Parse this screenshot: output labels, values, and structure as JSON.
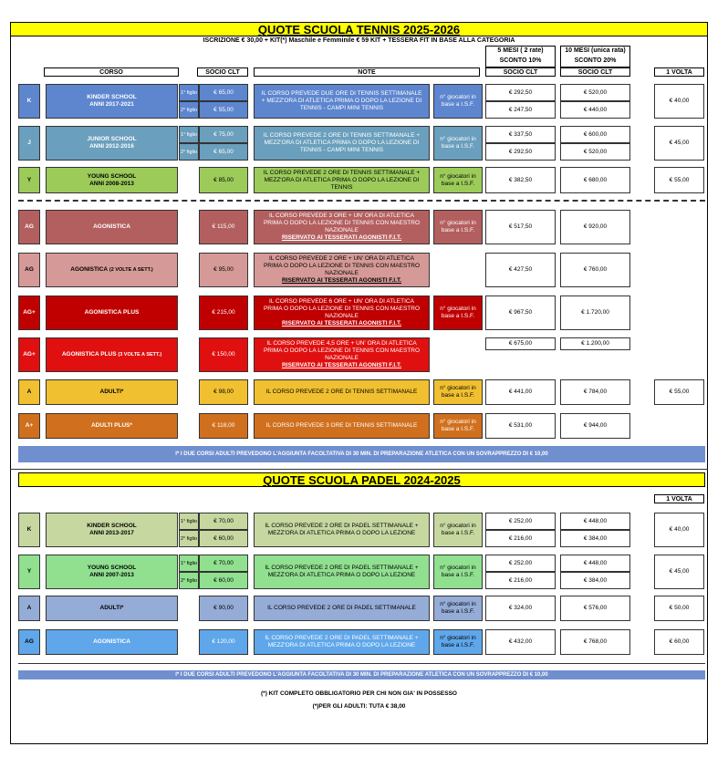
{
  "tennis": {
    "title": "QUOTE SCUOLA TENNIS 2025-2026",
    "subtitle": "ISCRIZIONE € 30,00 + KIT(*) Maschile e Femminile € 59 KIT + TESSERA FIT IN BASE ALLA CATEGORIA",
    "hdr_5m": "5 MESI ( 2 rate)",
    "hdr_5m_sc": "SCONTO 10%",
    "hdr_10m": "10 MESI (unica rata)",
    "hdr_10m_sc": "SCONTO 20%",
    "col_corso": "CORSO",
    "col_socio": "SOCIO CLT",
    "col_note": "NOTE",
    "col_socio2": "SOCIO CLT",
    "col_socio3": "SOCIO CLT",
    "col_volta": "1 VOLTA",
    "figlio1": "1° figlio",
    "figlio2": "2° figlio",
    "giocatori": "n° giocatori in base a I.S.F.",
    "rows": {
      "k": {
        "code": "K",
        "name": "KINDER SCHOOL",
        "years": "ANNI 2017-2021",
        "p1": "€ 65,00",
        "p2": "€ 55,00",
        "note": "IL CORSO PREVEDE DUE ORE DI TENNIS SETTIMANALE + MEZZ'ORA DI ATLETICA PRIMA O DOPO LA LEZIONE DI TENNIS - CAMPI MINI TENNIS",
        "m5a": "€ 292,50",
        "m5b": "€ 247,50",
        "m10a": "€ 520,00",
        "m10b": "€ 440,00",
        "volta": "€ 40,00"
      },
      "j": {
        "code": "J",
        "name": "JUNIOR SCHOOL",
        "years": "ANNI 2012-2016",
        "p1": "€ 75,00",
        "p2": "€ 65,00",
        "note": "IL CORSO PREVEDE 2 ORE DI TENNIS SETTIMANALE + MEZZ'ORA DI ATLETICA PRIMA O DOPO LA LEZIONE DI TENNIS - CAMPI MINI TENNIS",
        "m5a": "€ 337,50",
        "m5b": "€ 292,50",
        "m10a": "€ 600,00",
        "m10b": "€ 520,00",
        "volta": "€ 45,00"
      },
      "y": {
        "code": "Y",
        "name": "YOUNG SCHOOL",
        "years": "ANNI  2008-2013",
        "p1": "€ 85,00",
        "note": "IL CORSO PREVEDE 2 ORE DI TENNIS SETTIMANALE + MEZZ'ORA DI ATLETICA PRIMA O DOPO LA LEZIONE DI TENNIS",
        "m5": "€ 382,50",
        "m10": "€ 680,00",
        "volta": "€ 55,00"
      },
      "ag": {
        "code": "AG",
        "name": "AGONISTICA",
        "p1": "€ 115,00",
        "note": "IL CORSO PREVEDE 3 ORE + UN' ORA DI ATLETICA PRIMA O DOPO LA LEZIONE DI TENNIS CON MAESTRO NAZIONALE",
        "note_u": "RISERVATO AI TESSERATI AGONISTI F.I.T.",
        "m5": "€ 517,50",
        "m10": "€ 920,00"
      },
      "ag2": {
        "code": "AG",
        "name": "AGONISTICA",
        "name_small": "(2 VOLTE A SETT.)",
        "p1": "€ 95,00",
        "note": "IL CORSO PREVEDE 2 ORE + UN' ORA DI ATLETICA PRIMA O DOPO LA LEZIONE DI TENNIS CON MAESTRO NAZIONALE",
        "note_u": "RISERVATO AI TESSERATI AGONISTI F.I.T.",
        "m5": "€ 427,50",
        "m10": "€ 760,00"
      },
      "agp": {
        "code": "AG+",
        "name": "AGONISTICA PLUS",
        "p1": "€ 215,00",
        "note": "IL CORSO PREVEDE 6 ORE + UN' ORA DI ATLETICA PRIMA O DOPO LA LEZIONE DI TENNIS CON MAESTRO NAZIONALE",
        "note_u": "RISERVATO AI TESSERATI AGONISTI F.I.T.",
        "m5": "€ 967,50",
        "m10": "€ 1.720,00"
      },
      "agp3": {
        "code": "AG+",
        "name": "AGONISTICA PLUS",
        "name_small": "(3 VOLTE A SETT.)",
        "p1": "€ 150,00",
        "note": "IL CORSO PREVEDE 4,5 ORE + UN' ORA DI ATLETICA PRIMA O DOPO LA LEZIONE DI TENNIS CON MAESTRO NAZIONALE",
        "note_u": "RISERVATO AI TESSERATI AGONISTI F.I.T.",
        "m5": "€ 675,00",
        "m10": "€ 1.200,00"
      },
      "a": {
        "code": "A",
        "name": "ADULTI*",
        "p1": "€ 98,00",
        "note": "IL CORSO PREVEDE 2 ORE DI TENNIS SETTIMANALE",
        "m5": "€ 441,00",
        "m10": "€ 784,00",
        "volta": "€ 55,00"
      },
      "ap": {
        "code": "A+",
        "name": "ADULTI PLUS*",
        "p1": "€ 118,00",
        "note": "IL CORSO PREVEDE 3 ORE DI TENNIS SETTIMANALE",
        "m5": "€ 531,00",
        "m10": "€ 944,00"
      }
    },
    "footnote": "I* I DUE CORSI ADULTI PREVEDONO L'AGGIUNTA FACOLTATIVA DI 30 MIN. DI PREPARAZIONE ATLETICA CON UN SOVRAPPREZZO DI € 10,00"
  },
  "padel": {
    "title": "QUOTE SCUOLA PADEL 2024-2025",
    "col_volta": "1 VOLTA",
    "rows": {
      "k": {
        "code": "K",
        "name": "KINDER SCHOOL",
        "years": "ANNI 2013-2017",
        "p1": "€ 70,00",
        "p2": "€ 60,00",
        "note": "IL CORSO PREVEDE 2 ORE DI PADEL SETTIMANALE + MEZZ'ORA DI ATLETICA PRIMA O DOPO LA LEZIONE",
        "m5a": "€ 252,00",
        "m5b": "€ 216,00",
        "m10a": "€ 448,00",
        "m10b": "€ 384,00",
        "volta": "€ 40,00"
      },
      "y": {
        "code": "Y",
        "name": "YOUNG SCHOOL",
        "years": "ANNI 2007-2013",
        "p1": "€ 70,00",
        "p2": "€ 60,00",
        "note": "IL CORSO PREVEDE 2 ORE DI PADEL SETTIMANALE + MEZZ'ORA DI ATLETICA PRIMA O DOPO LA LEZIONE",
        "m5a": "€ 252,00",
        "m5b": "€ 216,00",
        "m10a": "€ 448,00",
        "m10b": "€ 384,00",
        "volta": "€ 45,00"
      },
      "a": {
        "code": "A",
        "name": "ADULTI*",
        "p1": "€ 90,00",
        "note": "IL CORSO PREVEDE 2 ORE DI PADEL SETTIMANALE",
        "m5": "€ 324,00",
        "m10": "€ 576,00",
        "volta": "€ 50,00"
      },
      "ag": {
        "code": "AG",
        "name": "AGONISTICA",
        "p1": "€ 120,00",
        "note": "IL CORSO PREVEDE 2 ORE DI PADEL SETTIMANALE + MEZZ'ORA DI ATLETICA PRIMA O DOPO LA LEZIONE",
        "m5": "€ 432,00",
        "m10": "€ 768,00",
        "volta": "€ 60,00"
      }
    },
    "footnote": "I* I DUE CORSI ADULTI PREVEDONO L'AGGIUNTA FACOLTATIVA DI 30 MIN. DI PREPARAZIONE ATLETICA CON UN SOVRAPPREZZO DI € 10,00",
    "kit_note": "(*) KIT COMPLETO OBBLIGATORIO PER CHI NON GIA' IN POSSESSO",
    "adult_note": "(*)PER GLI ADULTI:   TUTA € 38,00"
  },
  "colors": {
    "kinder_tennis": "#5d86cf",
    "junior": "#6a9fbd",
    "young_tennis": "#9ccb5a",
    "agonistica": "#b45f5f",
    "agonistica2": "#d59a97",
    "agplus": "#c00000",
    "agplus3": "#e01010",
    "adulti": "#f0c030",
    "adultiplus": "#d0701e",
    "padel_kinder": "#c6d8a0",
    "padel_young": "#90e090",
    "padel_adulti": "#94acd6",
    "padel_ag": "#5fa7ea",
    "footnote": "#6f8fcf",
    "title": "#ffff00"
  }
}
